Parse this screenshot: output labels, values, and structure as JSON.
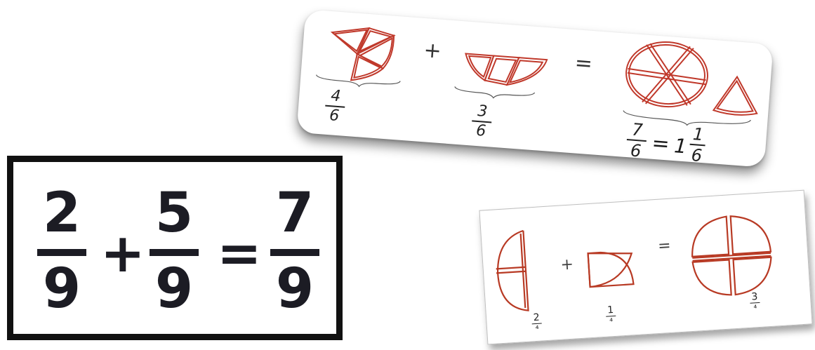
{
  "equation": {
    "num1": "2",
    "den1": "9",
    "plus": "+",
    "num2": "5",
    "den2": "9",
    "equals": "=",
    "num3": "7",
    "den3": "9"
  },
  "card1": {
    "plus": "+",
    "equals": "=",
    "frac1": {
      "num": "4",
      "den": "6"
    },
    "frac2": {
      "num": "3",
      "den": "6"
    },
    "frac3": {
      "num": "7",
      "den": "6"
    },
    "eq2": "=",
    "mixed_whole": "1",
    "mixed_frac": {
      "num": "1",
      "den": "6"
    },
    "line_color": "#c0392b"
  },
  "card2": {
    "plus": "+",
    "equals": "=",
    "frac1": {
      "num": "2",
      "den": "⁴"
    },
    "frac2": {
      "num": "1",
      "den": "⁴"
    },
    "frac3": {
      "num": "3",
      "den": "⁴"
    },
    "line_color": "#b83a24"
  }
}
